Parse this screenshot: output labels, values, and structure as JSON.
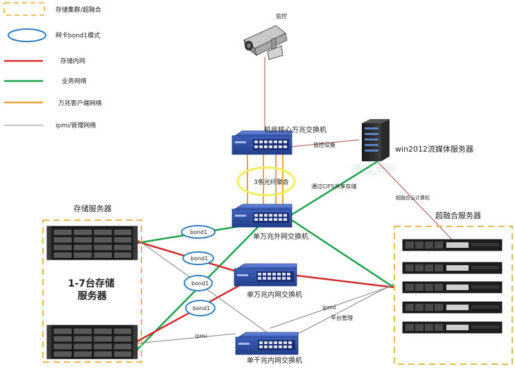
{
  "legend": {
    "storage_cluster": "存储集群/超融合",
    "nic_bond": "网卡bond1模式",
    "storage_lan": "存储内网",
    "business_net": "业务网络",
    "client_10g_net": "万兆客户端网络",
    "ipmi_net": "ipmi/管理网络"
  },
  "nodes": {
    "camera": "监控",
    "core_switch": "机房核心万兆交换机",
    "media_server": "win2012流媒体服务器",
    "ext_switch": "单万兆外网交换机",
    "int_switch": "单万兆内网交换机",
    "gig_switch": "单千兆内网交换机",
    "storage_group": "存储服务器",
    "storage_desc_1": "1-7台存储",
    "storage_desc_2": "服务器",
    "hci_group": "超融合服务器"
  },
  "labels": {
    "aggregation": "3条光纤聚合",
    "monitor_device": "监控设备",
    "cifs_share": "通过CIFS共享存储",
    "hci_compute": "超融合云计算机",
    "bond1": "bond1",
    "ipmi": "ipmi",
    "platform_mgmt": "平台管理"
  },
  "colors": {
    "storage_lan": "#d42a2a",
    "business_net": "#1aa34a",
    "client_10g_net": "#e8a33c",
    "ipmi_net": "#808080",
    "bond_ellipse": "#2f7fc1",
    "aggregation_ellipse": "#f1ef59",
    "cluster_border": "#e8b84a",
    "switch_blue": "#2f4fa8",
    "monitor_line": "#b04a4a"
  }
}
